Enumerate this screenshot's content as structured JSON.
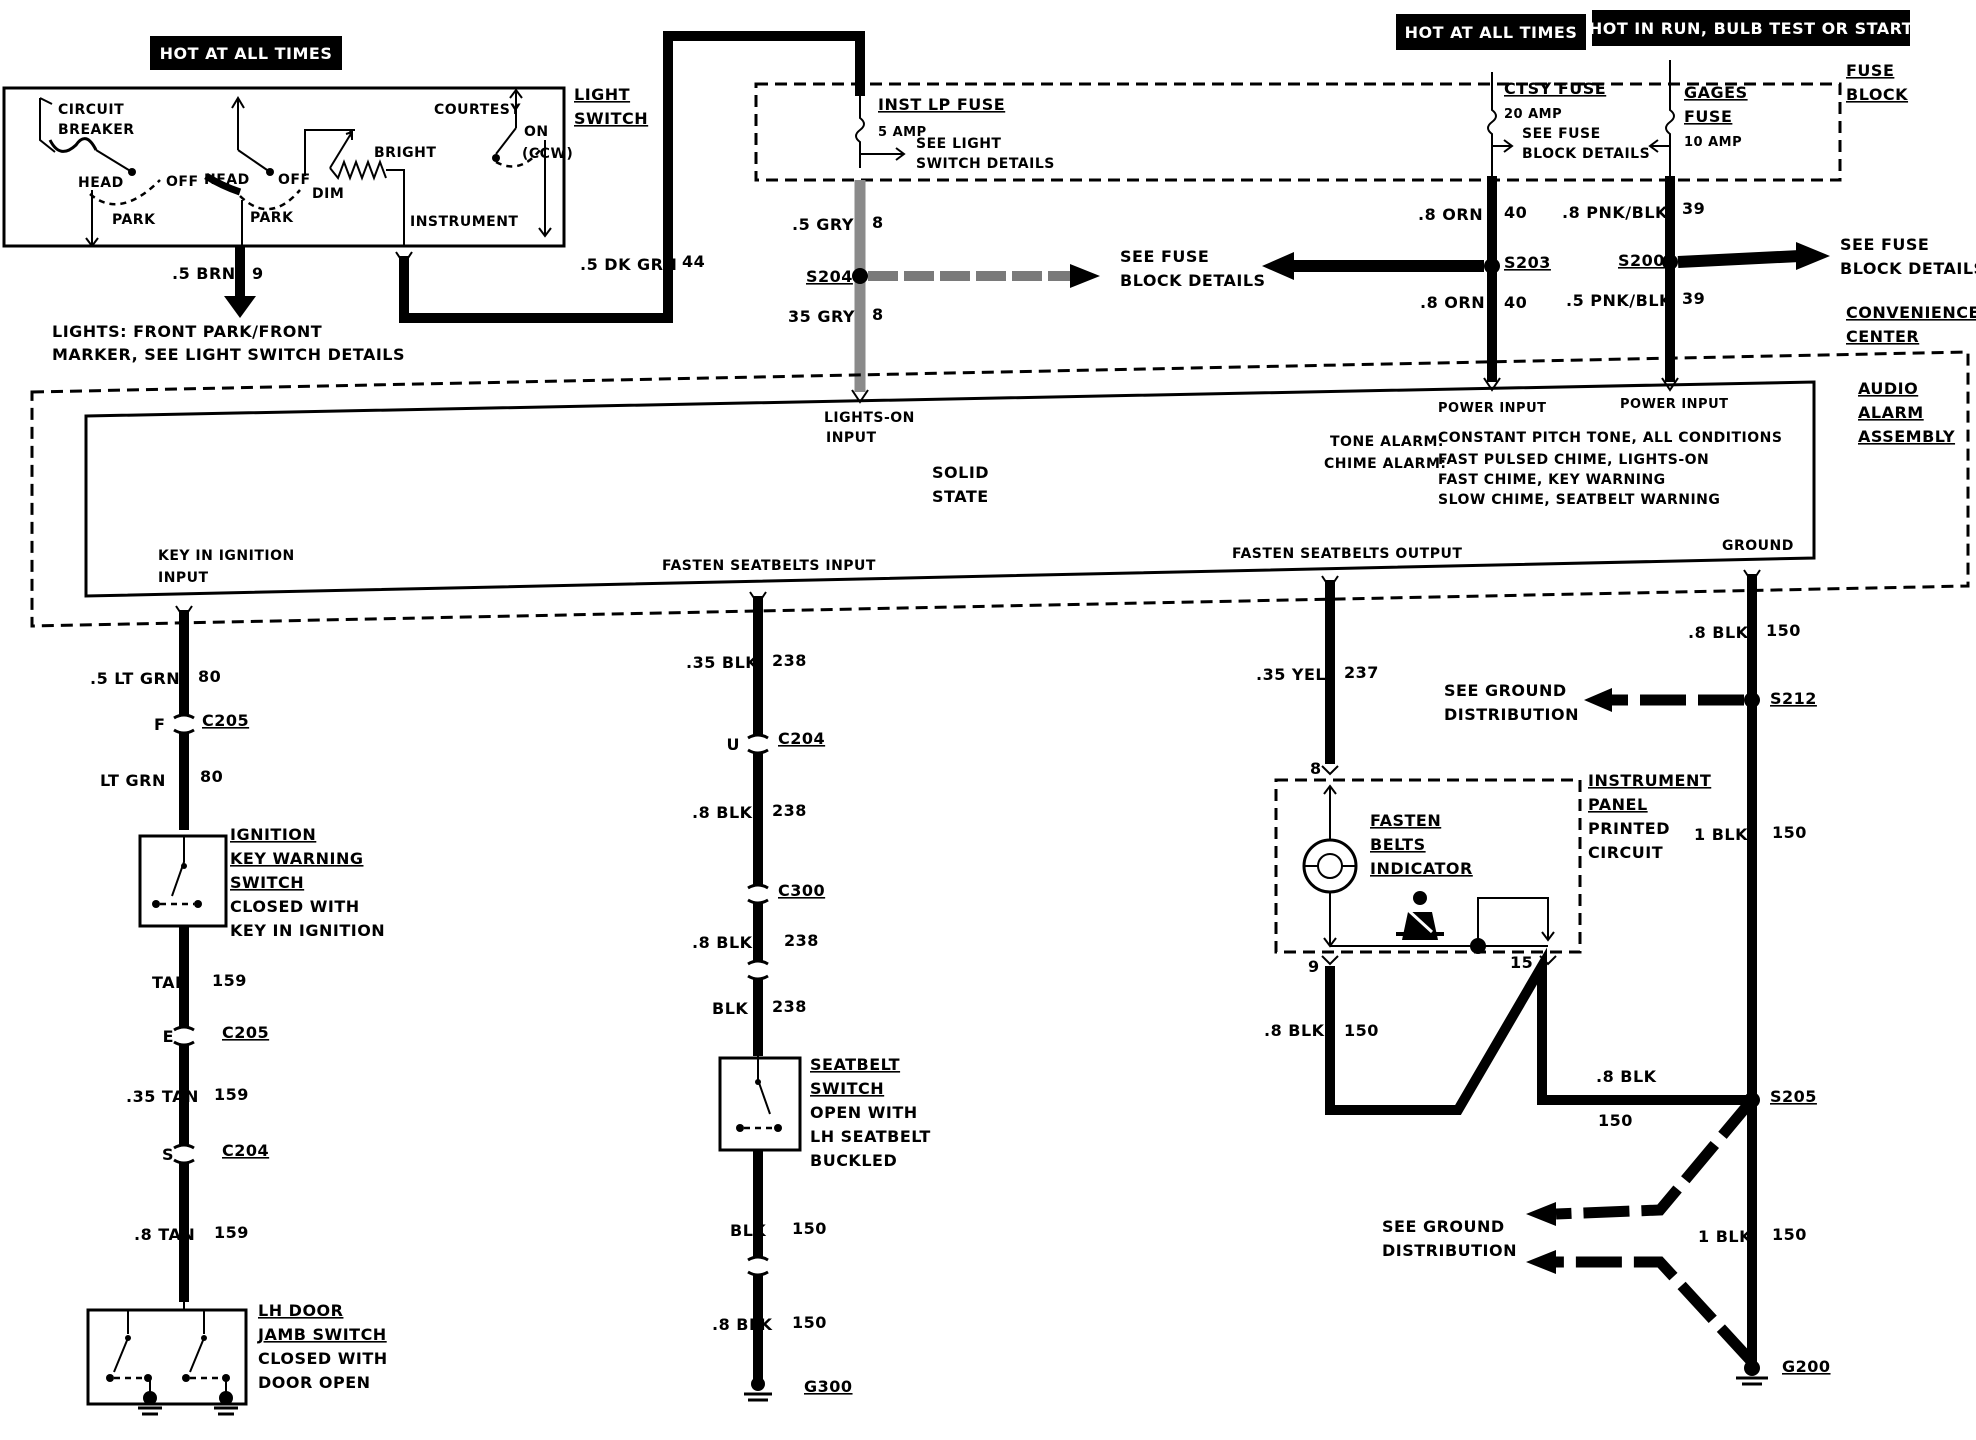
{
  "badges": {
    "hot_left": "HOT AT ALL TIMES",
    "hot_right": "HOT AT ALL TIMES",
    "hot_run": "HOT IN RUN, BULB TEST OR START"
  },
  "light_switch": {
    "title_line1": "LIGHT",
    "title_line2": "SWITCH",
    "circuit": "CIRCUIT",
    "breaker": "BREAKER",
    "head": "HEAD",
    "off": "OFF",
    "head2": "HEAD",
    "off2": "OFF",
    "park": "PARK",
    "park2": "PARK",
    "courtesy": "COURTESY",
    "on": "ON",
    "ccw": "(CCW)",
    "bright": "BRIGHT",
    "dim": "DIM",
    "instrument": "INSTRUMENT"
  },
  "left_top": {
    "brn_wire": ".5 BRN",
    "brn_num": "9",
    "lights_line1": "LIGHTS: FRONT PARK/FRONT",
    "lights_line2": "MARKER, SEE LIGHT SWITCH DETAILS",
    "dkgrn_wire": ".5 DK GRN",
    "dkgrn_num": "44"
  },
  "fuse_block": {
    "title_line1": "FUSE",
    "title_line2": "BLOCK",
    "inst_fuse": "INST LP FUSE",
    "inst_amp": "5 AMP",
    "inst_see1": "SEE LIGHT",
    "inst_see2": "SWITCH DETAILS",
    "ctsy_fuse": "CTSY FUSE",
    "ctsy_amp": "20 AMP",
    "ctsy_see1": "SEE FUSE",
    "ctsy_see2": "BLOCK DETAILS",
    "gages_1": "GAGES",
    "gages_2": "FUSE",
    "gages_amp": "10 AMP"
  },
  "mid_wires": {
    "gry5": ".5 GRY",
    "gry5_num": "8",
    "s204": "S204",
    "gry35": "35 GRY",
    "gry35_num": "8",
    "see_fuse1": "SEE FUSE",
    "see_fuse2": "BLOCK DETAILS",
    "orn_top": ".8 ORN",
    "orn_top_num": "40",
    "s203": "S203",
    "orn_bot": ".8 ORN",
    "orn_bot_num": "40",
    "pnk_top": ".8 PNK/BLK",
    "pnk_top_num": "39",
    "s200": "S200",
    "pnk_bot": ".5 PNK/BLK",
    "pnk_bot_num": "39",
    "right_see1": "SEE FUSE",
    "right_see2": "BLOCK DETAILS",
    "conv1": "CONVENIENCE",
    "conv2": "CENTER"
  },
  "audio_alarm": {
    "title_line1": "AUDIO",
    "title_line2": "ALARM",
    "title_line3": "ASSEMBLY",
    "lights_on1": "LIGHTS-ON",
    "lights_on2": "INPUT",
    "power_input1": "POWER INPUT",
    "power_input2": "POWER INPUT",
    "solid": "SOLID",
    "state": "STATE",
    "tone_label": "TONE ALARM:",
    "tone_desc": "CONSTANT PITCH TONE, ALL CONDITIONS",
    "chime_label": "CHIME ALARM:",
    "chime_1": "FAST PULSED CHIME, LIGHTS-ON",
    "chime_2": "FAST CHIME, KEY WARNING",
    "chime_3": "SLOW CHIME, SEATBELT WARNING",
    "key_in1": "KEY IN IGNITION",
    "key_in2": "INPUT",
    "fasten_in": "FASTEN SEATBELTS INPUT",
    "fasten_out": "FASTEN SEATBELTS OUTPUT",
    "ground": "GROUND"
  },
  "col1": {
    "w1": ".5 LT GRN",
    "w1_num": "80",
    "c1_pin": "F",
    "c1": "C205",
    "w2": "LT  GRN",
    "w2_num": "80",
    "sw_1": "IGNITION",
    "sw_2": "KEY WARNING",
    "sw_3": "SWITCH",
    "sw_4": "CLOSED WITH",
    "sw_5": "KEY IN IGNITION",
    "w3": "TAN",
    "w3_num": "159",
    "c2_pin": "E",
    "c2": "C205",
    "w4": ".35 TAN",
    "w4_num": "159",
    "c3_pin": "S",
    "c3": "C204",
    "w5": ".8 TAN",
    "w5_num": "159",
    "door_1": "LH DOOR",
    "door_2": "JAMB SWITCH",
    "door_3": "CLOSED WITH",
    "door_4": "DOOR OPEN"
  },
  "col2": {
    "w1": ".35 BLK",
    "w1_num": "238",
    "c1_pin": "U",
    "c1": "C204",
    "w2": ".8 BLK",
    "w2_num": "238",
    "c2": "C300",
    "w3": ".8 BLK",
    "w3_num": "238",
    "w4": "BLK",
    "w4_num": "238",
    "sb_1": "SEATBELT",
    "sb_2": "SWITCH",
    "sb_3": "OPEN WITH",
    "sb_4": "LH SEATBELT",
    "sb_5": "BUCKLED",
    "w5": "BLK",
    "w5_num": "150",
    "w6": ".8 BLK",
    "w6_num": "150",
    "ground": "G300"
  },
  "col3": {
    "w1": ".35 YEL",
    "w1_num": "237",
    "pin8": "8",
    "ind_1": "FASTEN",
    "ind_2": "BELTS",
    "ind_3": "INDICATOR",
    "ipc_1": "INSTRUMENT",
    "ipc_2": "PANEL",
    "ipc_3": "PRINTED",
    "ipc_4": "CIRCUIT",
    "pin9": "9",
    "pin15": "15",
    "w2": ".8 BLK",
    "w2_num": "150",
    "w3": ".8 BLK",
    "w3_num": "150"
  },
  "col4": {
    "w1": ".8 BLK",
    "w1_num": "150",
    "see_gnd1": "SEE GROUND",
    "see_gnd2": "DISTRIBUTION",
    "s212": "S212",
    "w2": "1 BLK",
    "w2_num": "150",
    "s205": "S205",
    "see_gnd3": "SEE GROUND",
    "see_gnd4": "DISTRIBUTION",
    "w3": "1 BLK",
    "w3_num": "150",
    "ground": "G200"
  }
}
